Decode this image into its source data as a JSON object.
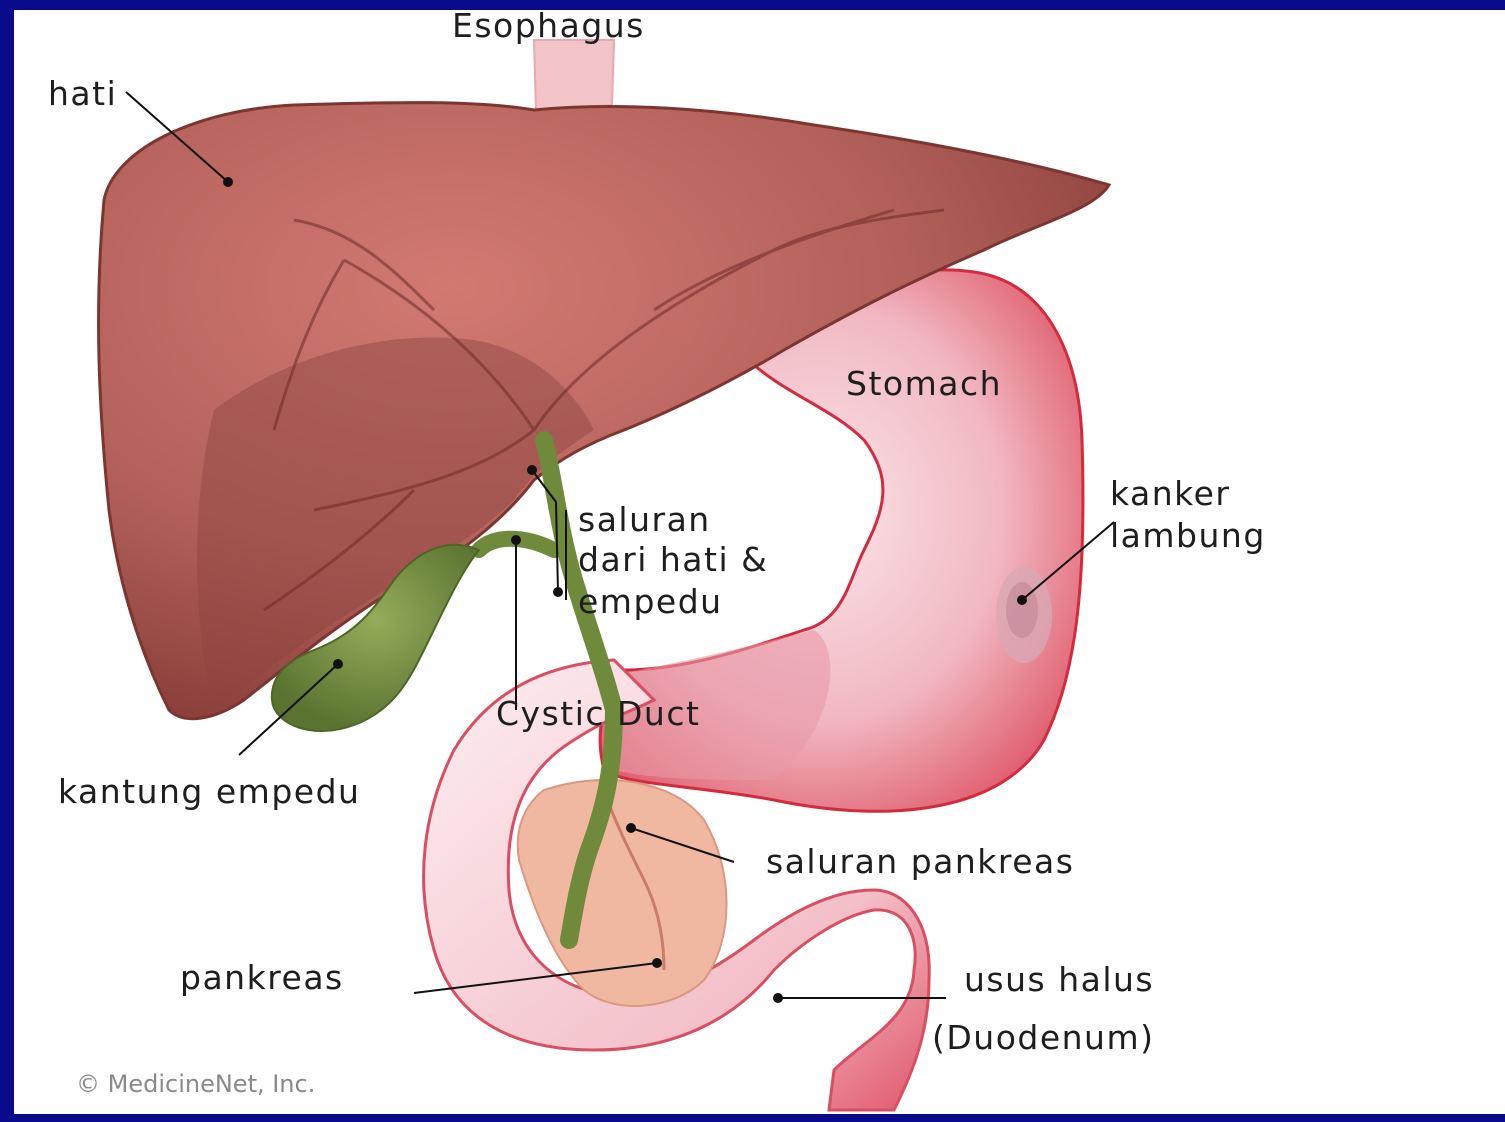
{
  "labels": {
    "esophagus": "Esophagus",
    "hati": "hati",
    "stomach": "Stomach",
    "kanker_line1": "kanker",
    "kanker_line2": "lambung",
    "saluran_line1": "saluran",
    "saluran_line2": "dari hati &",
    "saluran_line3": "empedu",
    "cystic_duct": "Cystic Duct",
    "kantung_empedu": "kantung empedu",
    "saluran_pankreas": "saluran pankreas",
    "pankreas": "pankreas",
    "usus_halus": "usus halus",
    "duodenum": "(Duodenum)"
  },
  "copyright": "© MedicineNet, Inc.",
  "colors": {
    "border": "#0a0a8c",
    "liver": "#a9514c",
    "stomach": "#e8a4ae",
    "gallbladder": "#6e8a3a",
    "pancreas": "#f0b8a0"
  }
}
